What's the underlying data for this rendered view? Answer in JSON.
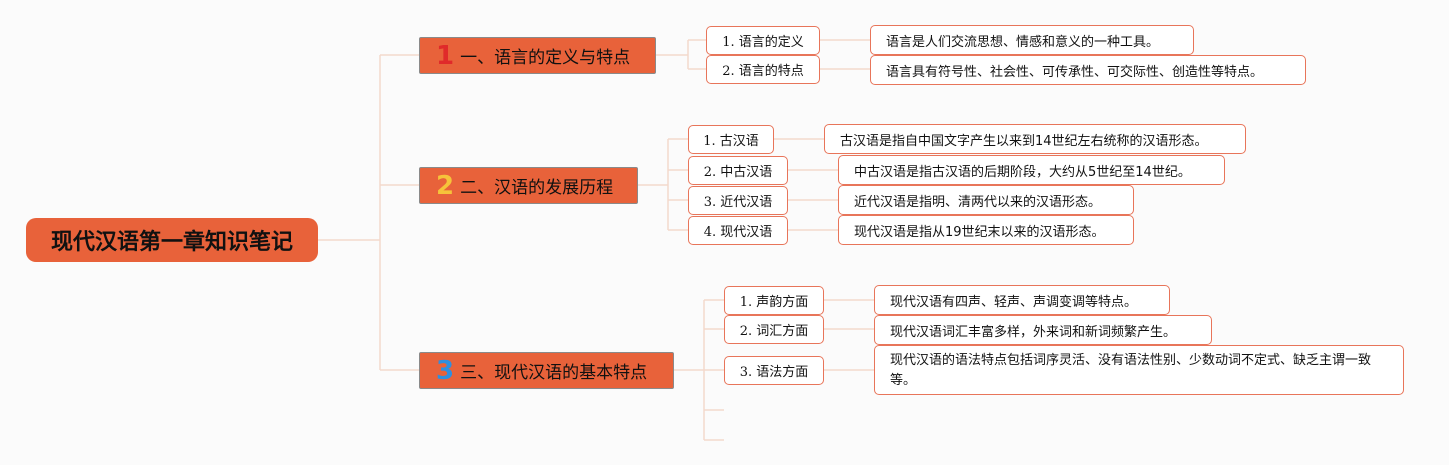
{
  "root": {
    "title": "现代汉语第一章知识笔记"
  },
  "branches": [
    {
      "number": "1",
      "title": "一、语言的定义与特点",
      "items": [
        {
          "label": "1. 语言的定义",
          "desc": "语言是人们交流思想、情感和意义的一种工具。"
        },
        {
          "label": "2. 语言的特点",
          "desc": "语言具有符号性、社会性、可传承性、可交际性、创造性等特点。"
        }
      ]
    },
    {
      "number": "2",
      "title": "二、汉语的发展历程",
      "items": [
        {
          "label": "1. 古汉语",
          "desc": "古汉语是指自中国文字产生以来到14世纪左右统称的汉语形态。"
        },
        {
          "label": "2. 中古汉语",
          "desc": "中古汉语是指古汉语的后期阶段，大约从5世纪至14世纪。"
        },
        {
          "label": "3. 近代汉语",
          "desc": "近代汉语是指明、清两代以来的汉语形态。"
        },
        {
          "label": "4. 现代汉语",
          "desc": "现代汉语是指从19世纪末以来的汉语形态。"
        }
      ]
    },
    {
      "number": "3",
      "title": "三、现代汉语的基本特点",
      "items": [
        {
          "label": "1. 声韵方面",
          "desc": "现代汉语有四声、轻声、声调变调等特点。"
        },
        {
          "label": "2. 词汇方面",
          "desc": "现代汉语词汇丰富多样，外来词和新词频繁产生。"
        },
        {
          "label": "3. 语法方面",
          "desc": "现代汉语的语法特点包括词序灵活、没有语法性别、少数动词不定式、缺乏主谓一致等。"
        }
      ]
    }
  ],
  "colors": {
    "node_fill": "#e8623a",
    "connector": "#f3d9cc",
    "box_border": "#e8755a"
  }
}
